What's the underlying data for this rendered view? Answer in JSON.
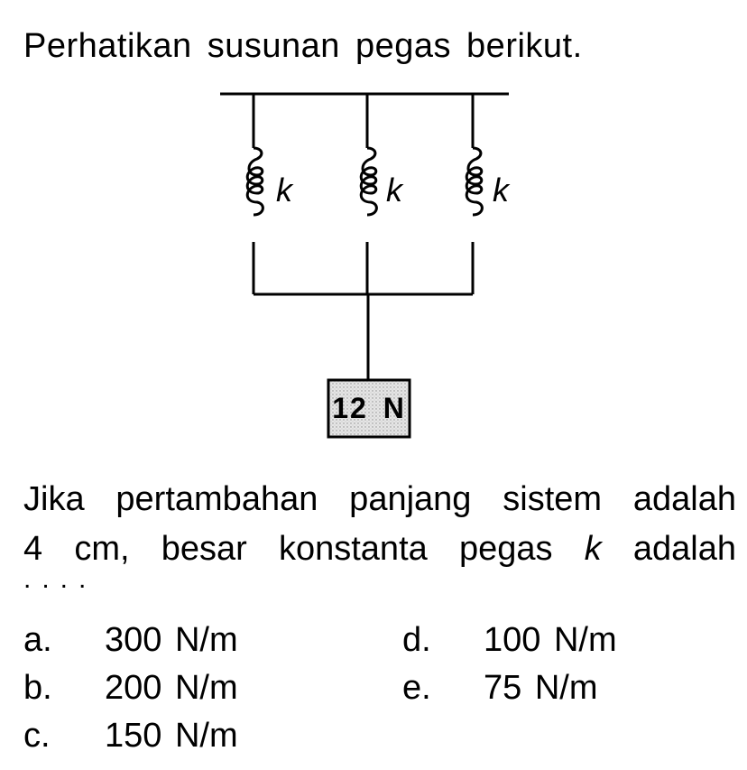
{
  "title": "Perhatikan susunan pegas berikut.",
  "diagram": {
    "springs": [
      {
        "label": "k"
      },
      {
        "label": "k"
      },
      {
        "label": "k"
      }
    ],
    "weight": {
      "label": "12 N"
    },
    "arrangement": "parallel"
  },
  "question": {
    "line1": "Jika pertambahan panjang sistem adalah",
    "line2_pre": "4  cm, besar konstanta pegas",
    "line2_var": "k",
    "line2_post": "adalah",
    "ellipsis": "...."
  },
  "options": [
    {
      "letter": "a.",
      "value": "300 N/m"
    },
    {
      "letter": "b.",
      "value": "200 N/m"
    },
    {
      "letter": "c.",
      "value": "150 N/m"
    },
    {
      "letter": "d.",
      "value": "100 N/m"
    },
    {
      "letter": "e.",
      "value": "75 N/m"
    }
  ]
}
